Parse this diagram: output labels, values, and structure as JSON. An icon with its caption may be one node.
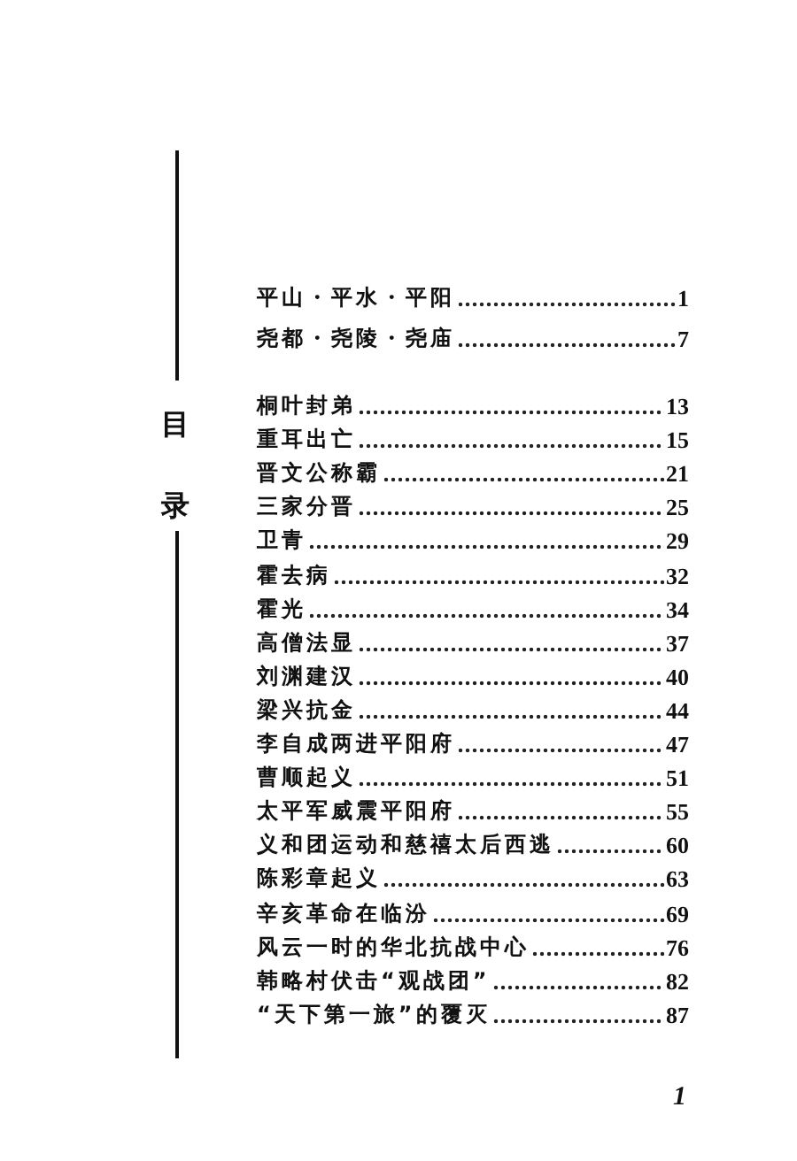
{
  "diagram": {
    "title": "目录",
    "labels": [
      "平山・平水・平阳",
      "1",
      "尧都・尧陵・尧庙",
      "7",
      "桐叶封弟",
      "13",
      "重耳出亡",
      "15",
      "晋文公称霸",
      "21",
      "三家分晋",
      "25",
      "卫青",
      "29",
      "霍去病",
      "32",
      "霍光",
      "34",
      "高僧法显",
      "37",
      "刘渊建汉",
      "40",
      "梁兴抗金",
      "44",
      "李自成两进平阳府",
      "47",
      "曹顺起义",
      "51",
      "太平军威震平阳府",
      "55",
      "义和团运动和慈禧太后西逃",
      "60",
      "陈彩章起义",
      "63",
      "辛亥革命在临汾",
      "69",
      "风云一时的华北抗战中心",
      "76",
      "韩略村伏击“观战团”",
      "82",
      "“天下第一旅”的覆灭",
      "87",
      "1"
    ]
  }
}
